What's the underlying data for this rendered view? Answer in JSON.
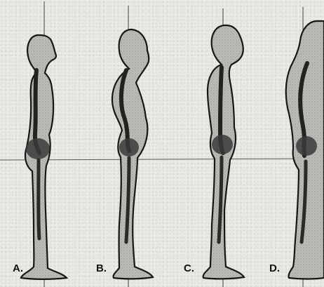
{
  "figures": [
    {
      "label": "A."
    },
    {
      "label": "B."
    },
    {
      "label": "C."
    },
    {
      "label": "D."
    }
  ],
  "colors": {
    "body_fill": "#b9b9b5",
    "body_outline": "#161616",
    "spine": "#222222",
    "plumb_line": "#555555",
    "background": "#eceae4"
  }
}
